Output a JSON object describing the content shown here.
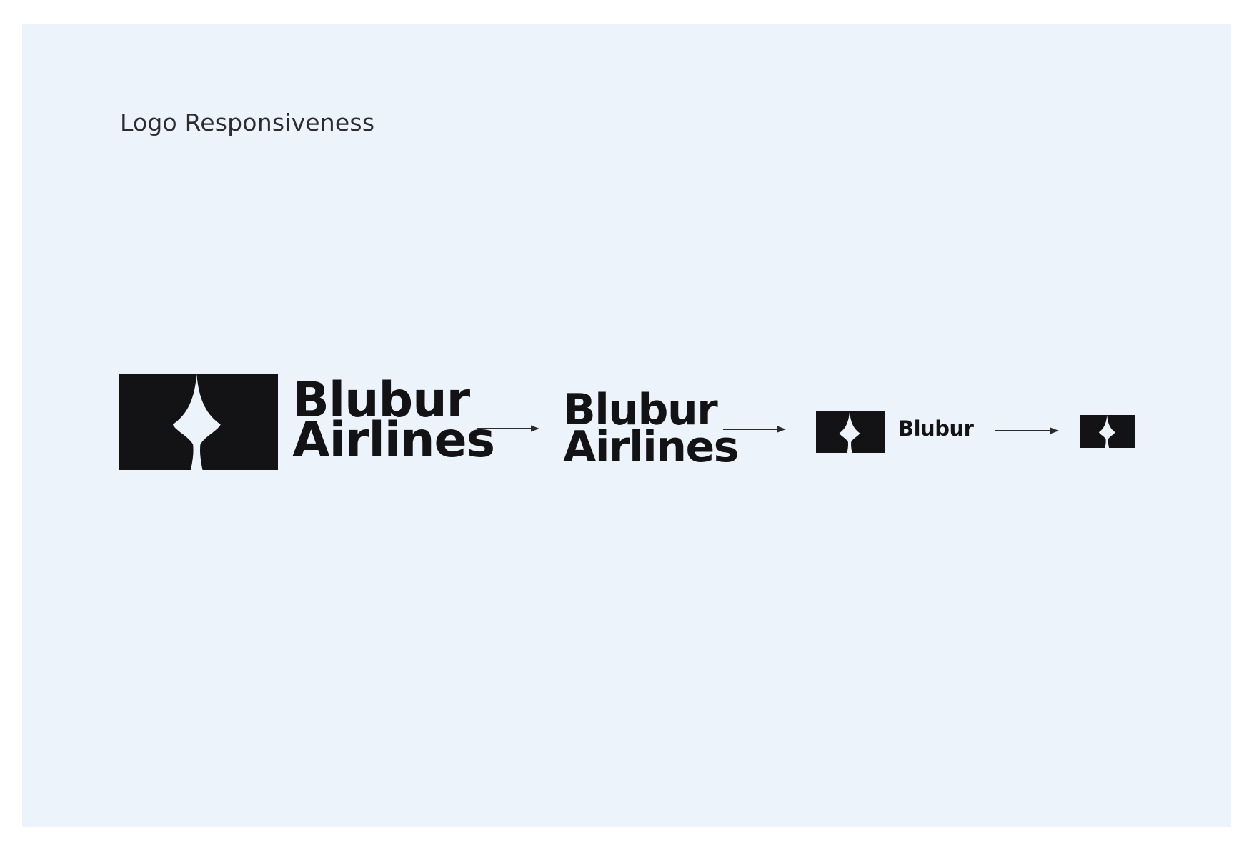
{
  "title": "Logo Responsiveness",
  "colors": {
    "page_background": "#ffffff",
    "panel_background": "#edf3fb",
    "logo_black": "#131316",
    "title_text": "#2b2b31",
    "arrow": "#2b2b2e"
  },
  "sequence": {
    "full_lockup": {
      "line1": "Blubur",
      "line2": "Airlines"
    },
    "wordmark_only": {
      "line1": "Blubur",
      "line2": "Airlines"
    },
    "compact_lockup": {
      "label": "Blubur"
    },
    "icons": {
      "mark": "blubur-plane-mark-icon",
      "arrow": "right-arrow-icon"
    }
  }
}
